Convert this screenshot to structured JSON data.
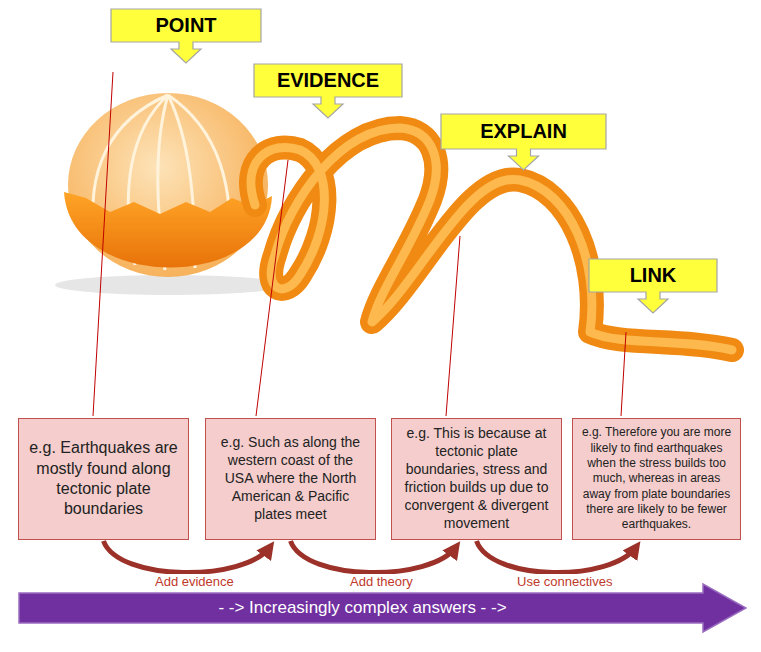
{
  "diagram": {
    "nodes": [
      {
        "text": [
          "POINT"
        ]
      },
      {
        "text": [
          "EVIDENCE"
        ]
      },
      {
        "text": [
          "EXPLAIN"
        ]
      },
      {
        "text": [
          "LINK"
        ]
      },
      {
        "text": [
          "e.g. Earthquakes are mostly found along tectonic plate boundaries"
        ]
      },
      {
        "text": [
          "e.g. Such as along the western coast of the USA where the North American & Pacific plates meet"
        ]
      },
      {
        "text": [
          "e.g. This is because at tectonic plate boundaries, stress and friction builds up due to convergent & divergent movement"
        ]
      },
      {
        "text": [
          "e.g. Therefore you are more likely to find earthquakes when the stress builds too much, whereas in areas away from plate boundaries there are likely to be fewer earthquakes."
        ]
      },
      {
        "text": [
          "- -> Increasingly complex answers - ->"
        ]
      }
    ],
    "edges": [
      {
        "from": 4,
        "to": 5,
        "arrow": "to",
        "label": "Add evidence"
      },
      {
        "from": 5,
        "to": 6,
        "arrow": "to",
        "label": "Add theory"
      },
      {
        "from": 6,
        "to": 7,
        "arrow": "to",
        "label": "Use connectives"
      }
    ]
  }
}
